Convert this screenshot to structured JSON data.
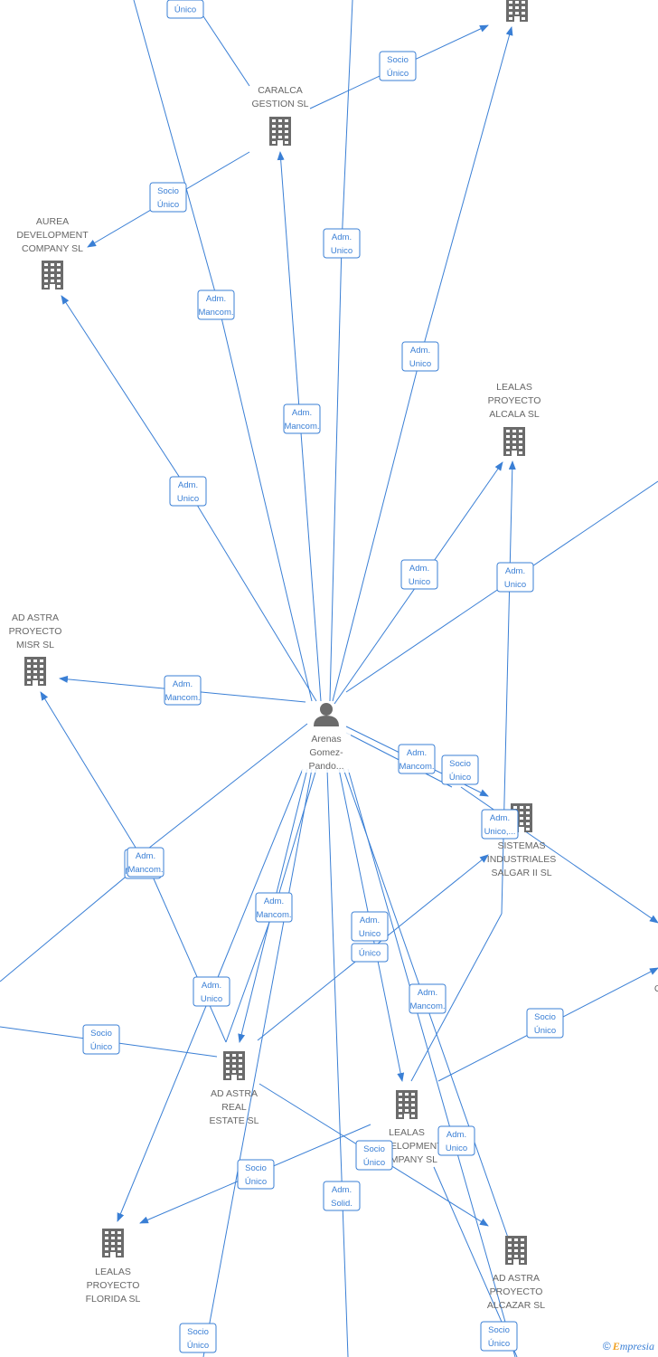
{
  "person": {
    "label_lines": [
      "Arenas",
      "Gomez-",
      "Pando..."
    ]
  },
  "companies": [
    {
      "id": "caralca",
      "lines": [
        "CARALCA",
        "GESTION  SL"
      ]
    },
    {
      "id": "aurea",
      "lines": [
        "AUREA",
        "DEVELOPMENT",
        "COMPANY  SL"
      ]
    },
    {
      "id": "top-right",
      "lines": []
    },
    {
      "id": "lealas-alcala",
      "lines": [
        "LEALAS",
        "PROYECTO",
        "ALCALA  SL"
      ]
    },
    {
      "id": "misr",
      "lines": [
        "AD ASTRA",
        "PROYECTO",
        "MISR  SL"
      ]
    },
    {
      "id": "sistemas",
      "lines": [
        "SISTEMAS",
        "INDUSTRIALES",
        "SALGAR II  SL"
      ]
    },
    {
      "id": "real-estate",
      "lines": [
        "AD ASTRA",
        "REAL",
        "ESTATE  SL"
      ]
    },
    {
      "id": "lealas-dev",
      "lines": [
        "LEALAS",
        "DEVELOPMENT",
        "COMPANY  SL"
      ]
    },
    {
      "id": "florida",
      "lines": [
        "LEALAS",
        "PROYECTO",
        "FLORIDA  SL"
      ]
    },
    {
      "id": "alcazar",
      "lines": [
        "AD ASTRA",
        "PROYECTO",
        "ALCAZAR  SL"
      ]
    },
    {
      "id": "right-partial",
      "lines": [
        "G"
      ]
    }
  ],
  "badges": [
    {
      "lines": [
        "Único"
      ]
    },
    {
      "lines": [
        "Socio",
        "Único"
      ]
    },
    {
      "lines": [
        "Socio",
        "Único"
      ]
    },
    {
      "lines": [
        "Adm.",
        "Unico"
      ]
    },
    {
      "lines": [
        "Adm.",
        "Mancom."
      ]
    },
    {
      "lines": [
        "Adm.",
        "Unico"
      ]
    },
    {
      "lines": [
        "Adm.",
        "Mancom."
      ]
    },
    {
      "lines": [
        "Adm.",
        "Unico"
      ]
    },
    {
      "lines": [
        "Adm.",
        "Unico"
      ]
    },
    {
      "lines": [
        "Adm.",
        "Unico"
      ]
    },
    {
      "lines": [
        "Adm.",
        "Mancom."
      ]
    },
    {
      "lines": [
        "Adm.",
        "Mancom."
      ]
    },
    {
      "lines": [
        "Socio",
        "Único"
      ]
    },
    {
      "lines": [
        "Adm.",
        "Unico,..."
      ]
    },
    {
      "lines": [
        "Adm.",
        "Mancom."
      ]
    },
    {
      "lines": [
        "Adm.",
        "Mancom."
      ]
    },
    {
      "lines": [
        "Adm.",
        "Unico"
      ]
    },
    {
      "lines": [
        "Único"
      ]
    },
    {
      "lines": [
        "Adm.",
        "Unico"
      ]
    },
    {
      "lines": [
        "Adm.",
        "Mancom."
      ]
    },
    {
      "lines": [
        "Socio",
        "Único"
      ]
    },
    {
      "lines": [
        "Socio",
        "Único"
      ]
    },
    {
      "lines": [
        "Adm.",
        "Mancom."
      ]
    },
    {
      "lines": [
        "Socio",
        "Único"
      ]
    },
    {
      "lines": [
        "Socio",
        "Único"
      ]
    },
    {
      "lines": [
        "Adm.",
        "Unico"
      ]
    },
    {
      "lines": [
        "Adm.",
        "Solid."
      ]
    },
    {
      "lines": [
        "Socio",
        "Único"
      ]
    },
    {
      "lines": [
        "Socio",
        "Único"
      ]
    }
  ],
  "footer": {
    "copyright": "©",
    "brand_initial": "E",
    "brand_rest": "mpresia"
  }
}
